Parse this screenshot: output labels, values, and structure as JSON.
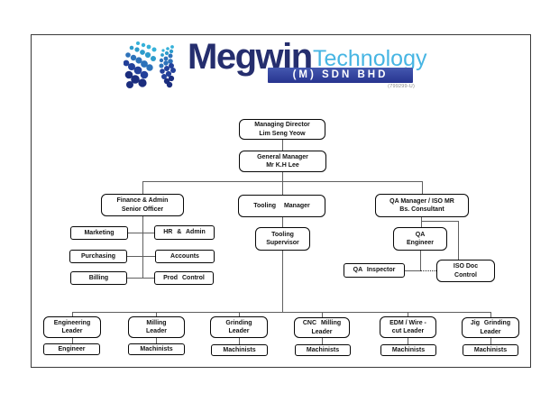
{
  "logo": {
    "brand": "Megwin",
    "suffix": "Technology",
    "banner": "(M) SDN BHD",
    "registration": "(799299-U)",
    "colors": {
      "brand_navy": "#252e6e",
      "technology_blue": "#47b5e3",
      "banner_blue": "#2e3d96",
      "dot_teal": "#35b1d9",
      "dot_mid_blue": "#2d72ba",
      "dot_navy": "#23409a",
      "dot_dark_navy": "#1b2d7e"
    }
  },
  "nodes": {
    "managing_director": {
      "line1": "Managing Director",
      "line2": "Lim Seng Yeow"
    },
    "general_manager": {
      "line1": "General Manager",
      "line2": "Mr K.H Lee"
    },
    "finance_admin": {
      "line1": "Finance & Admin",
      "line2": "Senior Officer"
    },
    "tooling_manager": {
      "line1": "Tooling Manager"
    },
    "qa_manager": {
      "line1": "QA Manager / ISO MR",
      "line2": "Bs. Consultant"
    },
    "marketing": {
      "line1": "Marketing"
    },
    "hr_admin": {
      "line1": "HR & Admin"
    },
    "purchasing": {
      "line1": "Purchasing"
    },
    "accounts": {
      "line1": "Accounts"
    },
    "billing": {
      "line1": "Billing"
    },
    "prod_control": {
      "line1": "Prod Control"
    },
    "tooling_supervisor": {
      "line1": "Tooling",
      "line2": "Supervisor"
    },
    "qa_engineer": {
      "line1": "QA",
      "line2": "Engineer"
    },
    "qa_inspector": {
      "line1": "QA Inspector"
    },
    "iso_doc_control": {
      "line1": "ISO Doc",
      "line2": "Control"
    },
    "engineering_leader": {
      "line1": "Engineering",
      "line2": "Leader"
    },
    "engineer": {
      "line1": "Engineer"
    },
    "milling_leader": {
      "line1": "Milling",
      "line2": "Leader"
    },
    "machinists_milling": {
      "line1": "Machinists"
    },
    "grinding_leader": {
      "line1": "Grinding",
      "line2": "Leader"
    },
    "machinists_grinding": {
      "line1": "Machinists"
    },
    "cnc_milling_leader": {
      "line1": "CNC Milling",
      "line2": "Leader"
    },
    "machinists_cnc": {
      "line1": "Machinists"
    },
    "edm_wirecut_leader": {
      "line1": "EDM / Wire -",
      "line2": "cut Leader"
    },
    "machinists_edm": {
      "line1": "Machinists"
    },
    "jig_grinding_leader": {
      "line1": "Jig Grinding",
      "line2": "Leader"
    },
    "machinists_jig": {
      "line1": "Machinists"
    }
  }
}
